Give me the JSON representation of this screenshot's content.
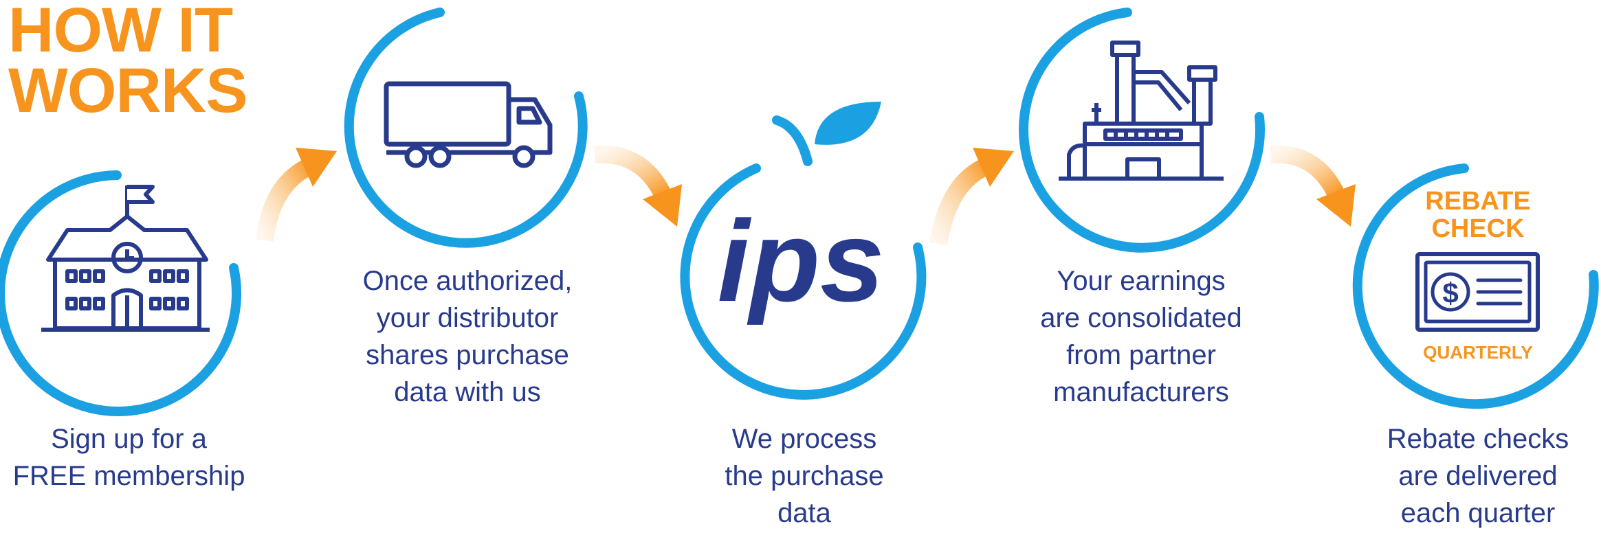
{
  "title": {
    "line1": "HOW IT",
    "line2": "WORKS"
  },
  "colors": {
    "orange": "#f7941d",
    "navy": "#283a8c",
    "sky": "#1ba1e2"
  },
  "steps": [
    {
      "icon": "school-building-icon",
      "caption": [
        "Sign up for a",
        "FREE membership"
      ]
    },
    {
      "icon": "delivery-truck-icon",
      "caption": [
        "Once authorized,",
        "your distributor",
        "shares purchase",
        "data with us"
      ]
    },
    {
      "icon": "ips-apple-logo-icon",
      "logo_text": "ips",
      "caption": [
        "We process",
        "the purchase",
        "data"
      ]
    },
    {
      "icon": "factory-icon",
      "caption": [
        "Your earnings",
        "are consolidated",
        "from partner",
        "manufacturers"
      ]
    },
    {
      "icon": "rebate-check-icon",
      "badge_line1": "REBATE",
      "badge_line2": "CHECK",
      "badge_sub": "QUARTERLY",
      "currency_symbol": "$",
      "caption": [
        "Rebate checks",
        "are delivered",
        "each quarter"
      ]
    }
  ]
}
